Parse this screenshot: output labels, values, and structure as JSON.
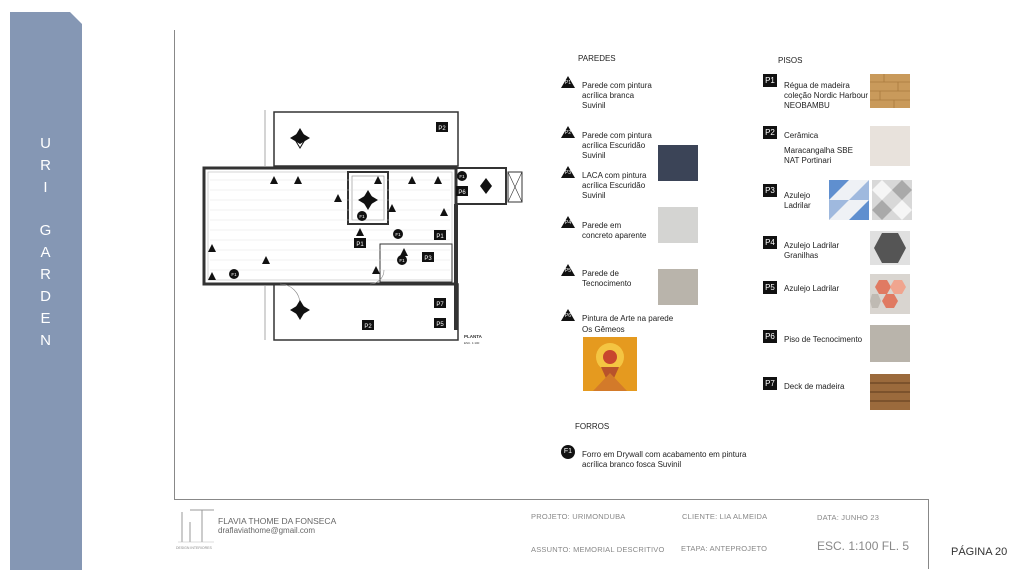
{
  "side_title": {
    "letters": [
      "U",
      "R",
      "I",
      "G",
      "A",
      "R",
      "D",
      "E",
      "N"
    ]
  },
  "plan": {
    "labels": [
      "P1",
      "P1",
      "P2",
      "P2",
      "P3",
      "P5",
      "P6",
      "P7",
      "F1",
      "F1",
      "F1",
      "F1",
      "F1"
    ],
    "plan_title": "PLANTA",
    "plan_scale": "ESC. 1:100"
  },
  "paredes": {
    "title": "PAREDES",
    "items": [
      {
        "code": "P1",
        "text": "Parede com pintura\nacrílica branca\nSuvinil"
      },
      {
        "code": "P2",
        "text": "Parede com pintura\nacrílica Escuridão\nSuvinil"
      },
      {
        "code": "P3",
        "text": "LACA com pintura\nacrílica Escuridão\nSuvinil"
      },
      {
        "code": "P4",
        "text": "Parede em\nconcreto aparente"
      },
      {
        "code": "P5",
        "text": "Parede de\nTecnocimento"
      },
      {
        "code": "P6",
        "text": "Pintura de Arte na parede"
      }
    ],
    "art_name": "Os Gêmeos"
  },
  "pisos": {
    "title": "PISOS",
    "items": [
      {
        "code": "P1",
        "text": "Régua de madeira\ncoleção Nordic Harbour\nNEOBAMBU"
      },
      {
        "code": "P2",
        "text": "Cerâmica"
      },
      {
        "code": "P3",
        "text": "Azulejo\nLadrilar"
      },
      {
        "code": "P4",
        "text": "Azulejo    Ladrilar\nGranilhas"
      },
      {
        "code": "P5",
        "text": "Azulejo Ladrilar"
      },
      {
        "code": "P6",
        "text": "Piso de Tecnocimento"
      },
      {
        "code": "P7",
        "text": "Deck de madeira"
      }
    ],
    "p2_detail": "Maracangalha SBE\nNAT  Portinari"
  },
  "forros": {
    "title": "FORROS",
    "items": [
      {
        "code": "F1",
        "text": "Forro em Drywall com acabamento em pintura\nacrílica branco fosca Suvinil"
      }
    ]
  },
  "colors": {
    "side_band": "#8597b4",
    "dark_swatch": "#3b4457",
    "concrete": "#d4d4d2",
    "tecnocimento": "#b9b4ab",
    "wood": "#c99a5b",
    "ceramic": "#e8e2dc",
    "deck": "#9b6a3c"
  },
  "footer": {
    "brand": "FLAVIA THOME DA FONSECA",
    "email": "draflaviathome@gmail.com",
    "logo_sub": "DESIGN INTERIORES",
    "projeto": "PROJETO: URIMONDUBA",
    "cliente": "CLIENTE:  LIA ALMEIDA",
    "data": "DATA:  JUNHO 23",
    "assunto": "ASSUNTO: MEMORIAL DESCRITIVO",
    "etapa": "ETAPA:  ANTEPROJETO",
    "esc": "ESC. 1:100  FL. 5"
  },
  "page_label": "PÁGINA 20"
}
